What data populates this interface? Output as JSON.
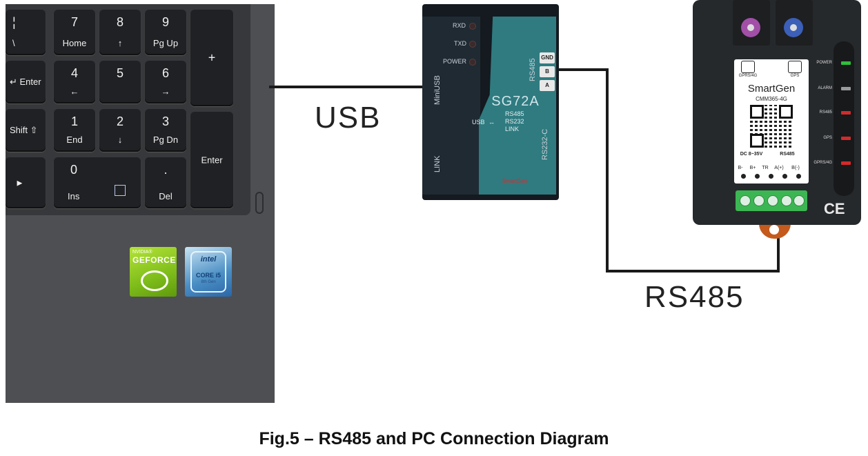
{
  "laptop": {
    "keys": [
      {
        "top": "¦",
        "bottom": "\\"
      },
      {
        "top": "7",
        "bottom": "Home"
      },
      {
        "top": "8",
        "bottom": "↑"
      },
      {
        "top": "9",
        "bottom": "Pg Up"
      },
      {
        "top": "+",
        "bottom": ""
      },
      {
        "top": "",
        "bottom": "↵ Enter"
      },
      {
        "top": "4",
        "bottom": "←"
      },
      {
        "top": "5",
        "bottom": ""
      },
      {
        "top": "6",
        "bottom": "→"
      },
      {
        "top": "",
        "bottom": "Shift ⇧"
      },
      {
        "top": "1",
        "bottom": "End"
      },
      {
        "top": "2",
        "bottom": "↓"
      },
      {
        "top": "3",
        "bottom": "Pg Dn"
      },
      {
        "top": "",
        "bottom": "Enter"
      },
      {
        "top": "",
        "bottom": "►"
      },
      {
        "top": "0",
        "bottom": "Ins"
      },
      {
        "top": ".",
        "bottom": "Del"
      }
    ],
    "stickers": {
      "nvidia_brand": "NVIDIA®",
      "nvidia_product": "GEFORCE",
      "intel_brand": "intel",
      "intel_product": "CORE i5",
      "intel_gen": "8th Gen"
    }
  },
  "converter": {
    "model": "SG72A",
    "leds": [
      "RXD",
      "TXD",
      "POWER"
    ],
    "miniusb_label": "MiniUSB",
    "link_label": "LINK",
    "rs485_label": "RS485",
    "rs232_label": "RS232-C",
    "terminals": [
      "GND",
      "B",
      "A"
    ],
    "mode_usb": "USB",
    "mode_rs485": "RS485",
    "mode_rs232": "RS232",
    "mode_link": "LINK",
    "brand": "SmartGen"
  },
  "module": {
    "antenna_left_label": "GPRS/4G",
    "antenna_right_label": "GPS",
    "brand": "SmartGen",
    "model": "CMM365-4G",
    "power_label": "DC 8~35V",
    "rs485_label": "RS485",
    "pins": [
      "B-",
      "B+",
      "TR",
      "A(+)",
      "B(-)"
    ],
    "status_leds": [
      {
        "label": "POWER",
        "color": "#2fbf3a"
      },
      {
        "label": "ALARM",
        "color": "#9a9a9a"
      },
      {
        "label": "RS485",
        "color": "#d42a2a"
      },
      {
        "label": "GPS",
        "color": "#d42a2a"
      },
      {
        "label": "GPRS/4G",
        "color": "#d42a2a"
      }
    ],
    "ce_mark": "CE"
  },
  "labels": {
    "usb": "USB",
    "rs485": "RS485"
  },
  "caption": "Fig.5 – RS485 and PC Connection Diagram"
}
